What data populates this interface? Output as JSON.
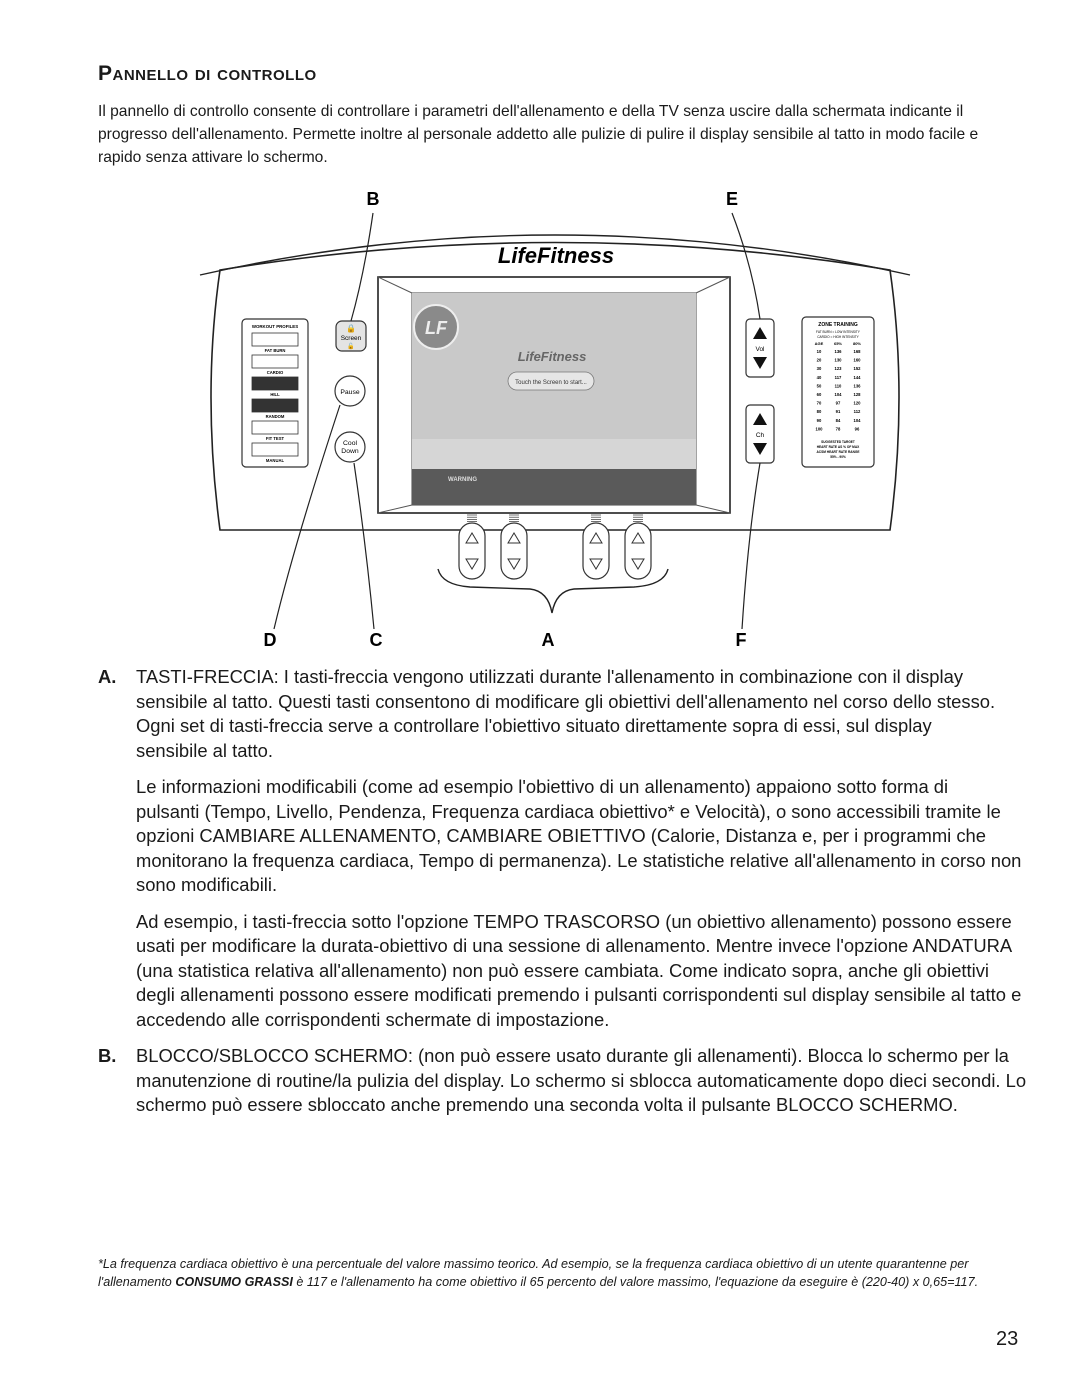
{
  "heading": "Pannello di controllo",
  "intro": "Il pannello di controllo consente di controllare i parametri dell'allenamento e della TV senza uscire dalla schermata indicante il progresso dell'allenamento. Permette inoltre al personale addetto alle pulizie di pulire il display sensibile al tatto in modo facile e rapido senza attivare lo schermo.",
  "diagram": {
    "callouts": {
      "B": "B",
      "E": "E",
      "D": "D",
      "C": "C",
      "A": "A",
      "F": "F"
    },
    "logo": "LifeFitness",
    "screen_button": "Screen",
    "pause_button": "Pause",
    "cool_down_line1": "Cool",
    "cool_down_line2": "Down",
    "vol_label": "Vol",
    "ch_label": "Ch",
    "workout_profiles": {
      "title": "WORKOUT PROFILES",
      "labels": [
        "FAT BURN",
        "CARDIO",
        "HILL",
        "RANDOM",
        "FIT TEST",
        "MANUAL"
      ]
    },
    "zone_training": {
      "title": "ZONE TRAINING",
      "sub1": "FAT BURN = LOW INTENSITY",
      "sub2": "CARDIO = HIGH INTENSITY",
      "headers": [
        "AGE",
        "65%",
        "80%"
      ],
      "rows": [
        [
          "10",
          "136",
          "168"
        ],
        [
          "20",
          "130",
          "160"
        ],
        [
          "30",
          "123",
          "152"
        ],
        [
          "40",
          "117",
          "144"
        ],
        [
          "50",
          "110",
          "136"
        ],
        [
          "60",
          "104",
          "128"
        ],
        [
          "70",
          "97",
          "120"
        ],
        [
          "80",
          "91",
          "112"
        ],
        [
          "90",
          "84",
          "104"
        ],
        [
          "100",
          "78",
          "96"
        ]
      ],
      "footer": [
        "SUGGESTED TARGET",
        "HEART RATE AS % OF MAX",
        "ACSM HEART RATE RANGE",
        "55% - 90%"
      ]
    },
    "touch_prompt": "Touch the Screen to start...",
    "warning_label": "WARNING"
  },
  "items": {
    "a_marker": "A.",
    "a_p1_l1": "TASTI-FRECCIA: I tasti-freccia vengono utilizzati durante l'allenamento in combinazione con il display sensibile al tatto. Questi tasti consentono di modificare gli obiettivi dell'allenamento nel corso dello stesso. Ogni set di tasti-freccia serve a controllare l'obiettivo situato direttamente sopra di essi, sul display",
    "a_p1_l2": "sensibile al tatto.",
    "a_p2_l1": "Le informazioni modificabili (come ad esempio l'obiettivo di un allenamento) appaiono sotto forma di",
    "a_p2_l2": "pulsanti (Tempo, Livello, Pendenza, Frequenza cardiaca obiettivo* e Velocità), o sono accessibili tramite le opzioni CAMBIARE ALLENAMENTO, CAMBIARE OBIETTIVO (Calorie, Distanza e, per i programmi che monitorano la frequenza cardiaca, Tempo di permanenza). Le statistiche relative all'allenamento in corso non sono modificabili.",
    "a_p3": "Ad esempio, i tasti-freccia sotto l'opzione TEMPO TRASCORSO (un obiettivo allenamento) possono essere usati per modificare la durata-obiettivo di una sessione di allenamento. Mentre invece l'opzione ANDATURA (una statistica relativa all'allenamento) non può essere cambiata. Come indicato sopra, anche gli obiettivi degli allenamenti possono essere modificati premendo i pulsanti corrispondenti sul display sensibile al tatto e accedendo alle corrispondenti schermate di impostazione.",
    "b_marker": "B.",
    "b_p1": "BLOCCO/SBLOCCO SCHERMO: (non può essere usato durante gli allenamenti). Blocca lo schermo per la manutenzione di routine/la pulizia del display. Lo schermo si sblocca automaticamente dopo dieci secondi. Lo schermo può essere sbloccato anche premendo una seconda volta il pulsante BLOCCO SCHERMO."
  },
  "footnote": {
    "part1": "*La frequenza cardiaca obiettivo è una percentuale del valore massimo teorico. Ad esempio, se la frequenza cardiaca obiettivo di un utente quarantenne per l'allenamento ",
    "bold": "CONSUMO GRASSI",
    "part2": " è 117 e l'allenamento ha come obiettivo il 65 percento del valore massimo, l'equazione da eseguire è (220-40) x 0,65=117."
  },
  "page_number": "23"
}
